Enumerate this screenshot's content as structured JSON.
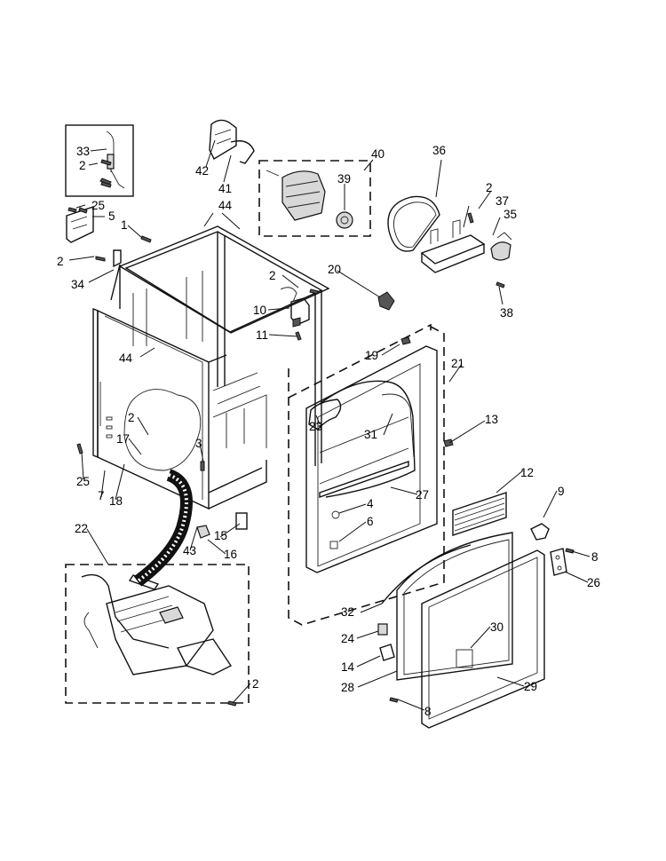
{
  "callouts": [
    {
      "id": "c33",
      "text": "33"
    },
    {
      "id": "c2a",
      "text": "2"
    },
    {
      "id": "c25a",
      "text": "25"
    },
    {
      "id": "c5",
      "text": "5"
    },
    {
      "id": "c1",
      "text": "1"
    },
    {
      "id": "c2b",
      "text": "2"
    },
    {
      "id": "c34",
      "text": "34"
    },
    {
      "id": "c42",
      "text": "42"
    },
    {
      "id": "c41",
      "text": "41"
    },
    {
      "id": "c44a",
      "text": "44"
    },
    {
      "id": "c40",
      "text": "40"
    },
    {
      "id": "c39",
      "text": "39"
    },
    {
      "id": "c36",
      "text": "36"
    },
    {
      "id": "c2c",
      "text": "2"
    },
    {
      "id": "c37",
      "text": "37"
    },
    {
      "id": "c35",
      "text": "35"
    },
    {
      "id": "c38",
      "text": "38"
    },
    {
      "id": "c2d",
      "text": "2"
    },
    {
      "id": "c20",
      "text": "20"
    },
    {
      "id": "c10",
      "text": "10"
    },
    {
      "id": "c11",
      "text": "11"
    },
    {
      "id": "c44b",
      "text": "44"
    },
    {
      "id": "c19",
      "text": "19"
    },
    {
      "id": "c21",
      "text": "21"
    },
    {
      "id": "c2e",
      "text": "2"
    },
    {
      "id": "c17",
      "text": "17"
    },
    {
      "id": "c3",
      "text": "3"
    },
    {
      "id": "c23",
      "text": "23"
    },
    {
      "id": "c31",
      "text": "31"
    },
    {
      "id": "c13",
      "text": "13"
    },
    {
      "id": "c25b",
      "text": "25"
    },
    {
      "id": "c7",
      "text": "7"
    },
    {
      "id": "c18",
      "text": "18"
    },
    {
      "id": "c12",
      "text": "12"
    },
    {
      "id": "c27",
      "text": "27"
    },
    {
      "id": "c4",
      "text": "4"
    },
    {
      "id": "c9",
      "text": "9"
    },
    {
      "id": "c6",
      "text": "6"
    },
    {
      "id": "c22",
      "text": "22"
    },
    {
      "id": "c15",
      "text": "15"
    },
    {
      "id": "c43",
      "text": "43"
    },
    {
      "id": "c16",
      "text": "16"
    },
    {
      "id": "c8a",
      "text": "8"
    },
    {
      "id": "c26",
      "text": "26"
    },
    {
      "id": "c32",
      "text": "32"
    },
    {
      "id": "c30",
      "text": "30"
    },
    {
      "id": "c24",
      "text": "24"
    },
    {
      "id": "c14",
      "text": "14"
    },
    {
      "id": "c28",
      "text": "28"
    },
    {
      "id": "c29",
      "text": "29"
    },
    {
      "id": "c2f",
      "text": "2"
    },
    {
      "id": "c8b",
      "text": "8"
    }
  ]
}
